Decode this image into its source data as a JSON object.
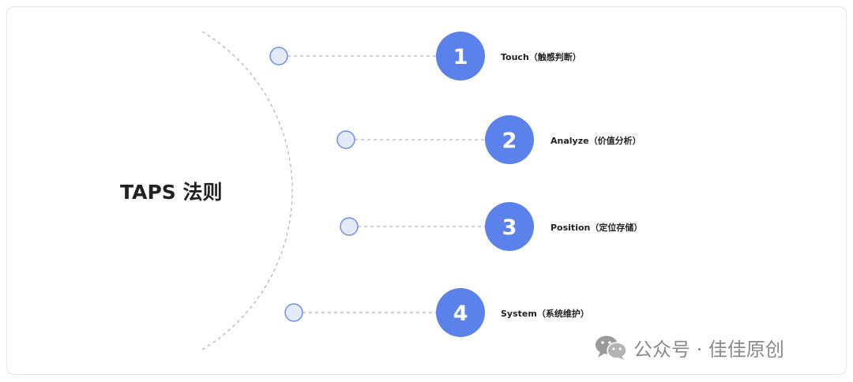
{
  "title": "TAPS 法则",
  "steps": [
    {
      "number": "1",
      "label": "Touch（触感判断）"
    },
    {
      "number": "2",
      "label": "Analyze（价值分析）"
    },
    {
      "number": "3",
      "label": "Position（定位存储）"
    },
    {
      "number": "4",
      "label": "System（系统维护）"
    }
  ],
  "watermark": {
    "text": "公众号 · 佳佳原创",
    "icon": "wechat-icon"
  },
  "colors": {
    "accent": "#5b82ea",
    "node_fill": "#e4eaf8",
    "node_stroke": "#6f8fe6",
    "dash": "#b5b5b5",
    "text": "#222222",
    "watermark": "#8a8a8a"
  }
}
